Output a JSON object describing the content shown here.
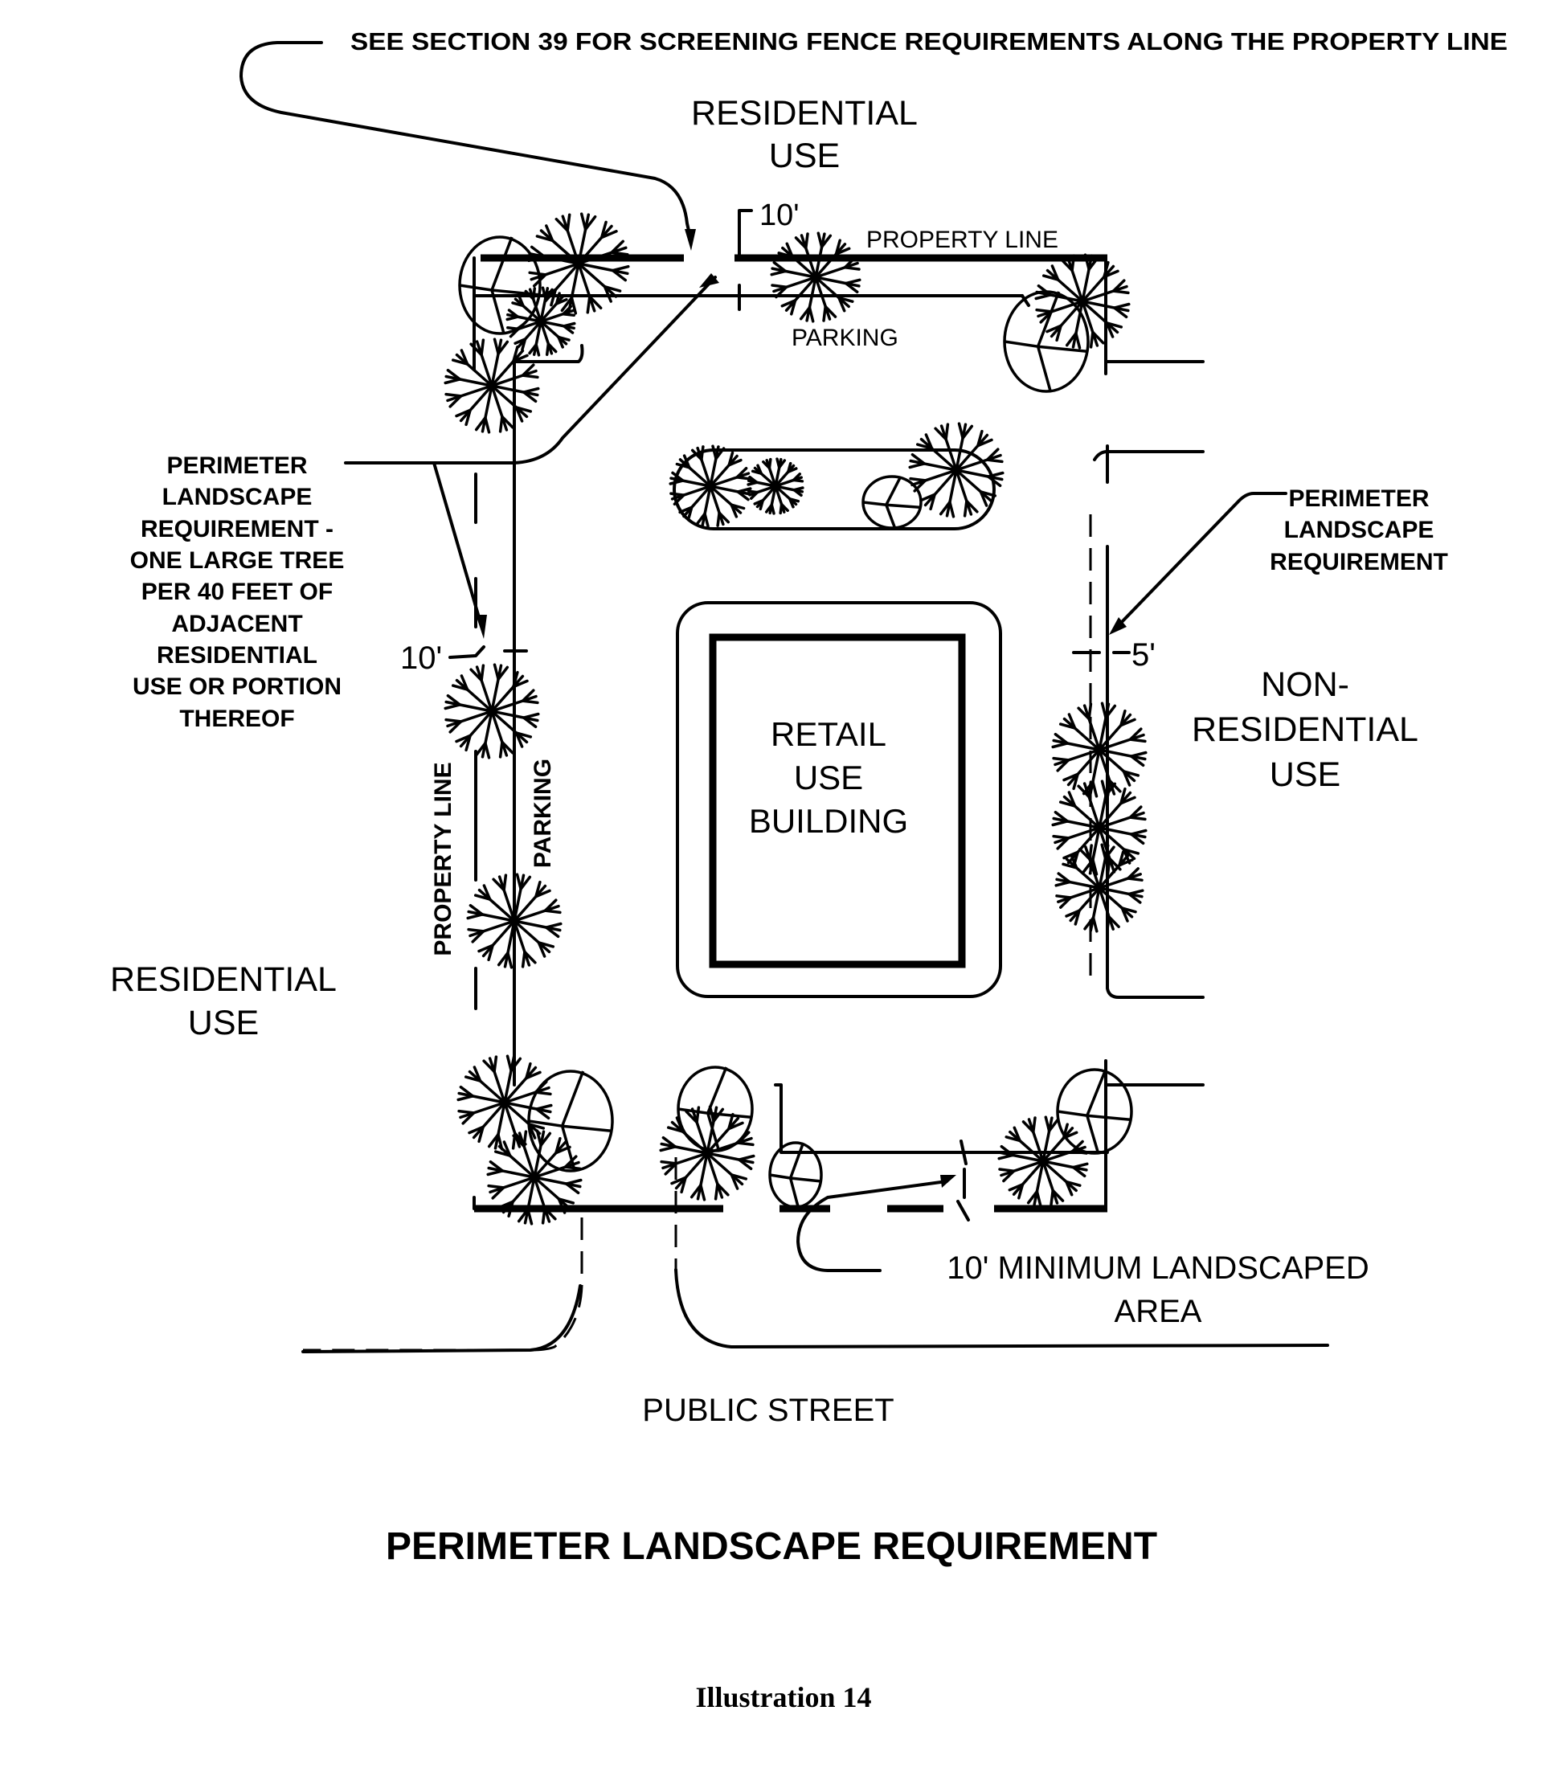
{
  "note": {
    "screening_fence": "SEE SECTION 39 FOR SCREENING FENCE REQUIREMENTS ALONG THE PROPERTY LINE"
  },
  "zones": {
    "top": [
      "RESIDENTIAL",
      "USE"
    ],
    "left": [
      "RESIDENTIAL",
      "USE"
    ],
    "right": [
      "NON-",
      "RESIDENTIAL",
      "USE"
    ],
    "bottom": "PUBLIC STREET"
  },
  "building": {
    "label": [
      "RETAIL",
      "USE",
      "BUILDING"
    ]
  },
  "top_edge": {
    "dimension": "10'",
    "property_line": "PROPERTY LINE",
    "parking": "PARKING"
  },
  "left_edge": {
    "dimension": "10'",
    "property_line": "PROPERTY LINE",
    "parking": "PARKING",
    "callout": [
      "PERIMETER",
      "LANDSCAPE",
      "REQUIREMENT -",
      "ONE LARGE TREE",
      "PER 40 FEET OF",
      "ADJACENT",
      "RESIDENTIAL",
      "USE OR PORTION",
      "THEREOF"
    ]
  },
  "right_edge": {
    "dimension": "5'",
    "callout": [
      "PERIMETER",
      "LANDSCAPE",
      "REQUIREMENT"
    ]
  },
  "bottom_edge": {
    "callout": [
      "10' MINIMUM LANDSCAPED",
      "AREA"
    ]
  },
  "title": "PERIMETER LANDSCAPE REQUIREMENT",
  "caption": "Illustration 14"
}
